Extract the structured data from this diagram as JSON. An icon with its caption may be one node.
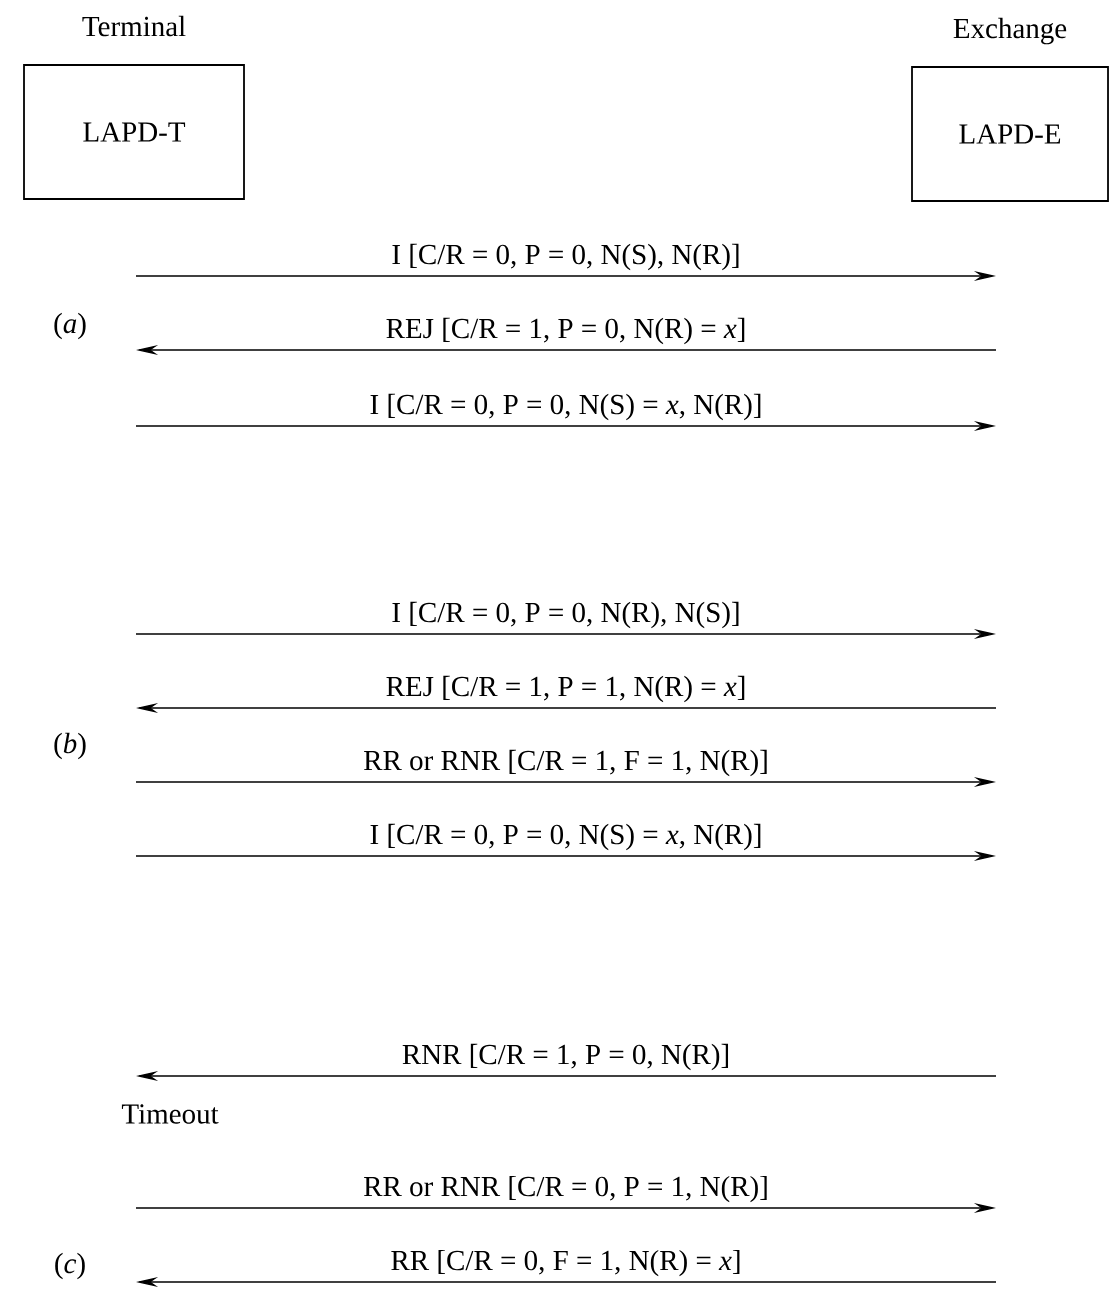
{
  "diagram": {
    "nodes": [
      {
        "text": [
          "Terminal",
          "LAPD-T"
        ]
      },
      {
        "text": [
          "Exchange",
          "LAPD-E"
        ]
      }
    ],
    "labels": [
      "I [C/R = 0, P = 0, N(S), N(R)]",
      "(*a*)",
      "REJ [C/R = 1, P = 0, N(R) = *x*]",
      "I [C/R = 0, P = 0, N(S) = *x*, N(R)]",
      "I [C/R = 0, P = 0, N(R), N(S)]",
      "REJ [C/R = 1, P = 1, N(R) = *x*]",
      "(*b*)",
      "RR or RNR [C/R = 1, F = 1, N(R)]",
      "I [C/R = 0, P = 0, N(S) = *x*, N(R)]",
      "RNR [C/R = 1, P = 0, N(R)]",
      "Timeout",
      "RR or RNR [C/R = 0, P = 1, N(R)]",
      "(*c*)",
      "RR [C/R = 0, F = 1, N(R) = *x*]"
    ]
  }
}
